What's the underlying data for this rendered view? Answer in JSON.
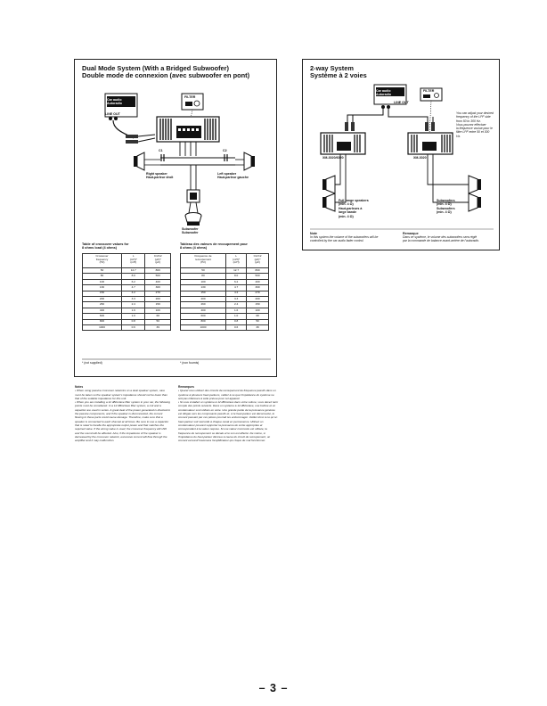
{
  "left_panel": {
    "title_en": "Dual Mode System (With a Bridged Subwoofer)",
    "title_fr": "Double mode de connexion (avec subwoofer en pont)",
    "car_audio": "Car audio\nAutoradio",
    "line_out": "LINE OUT",
    "filter_label": "FILTER",
    "c1": "C1",
    "c2": "C2",
    "right_speaker": "Right speaker\nHaut-parleur droit",
    "left_speaker": "Left speaker\nHaut-parleur gauche",
    "subwoofer": "Subwoofer\nSubwoofer",
    "table_en_title": "Table of crossover values for\n8 ohms load (4 ohms)",
    "table_fr_title": "Tableau des valeurs de recoupement pour\n8 ohms (4 ohms)",
    "table_en_headers": [
      "Crossover\nfrequency\n(Hz)",
      "L\n(mH)*\n(mH)",
      "C1/C2\n(μF)*\n(μF)"
    ],
    "table_fr_headers": [
      "Fréquence de\nrecoupement\n(Hz)",
      "L\n(mH)*\n(mH)",
      "C1/C2\n(μF)*\n(μF)"
    ],
    "table_rows": [
      [
        "50",
        "12.7",
        "800"
      ],
      [
        "80",
        "8.0",
        "500"
      ],
      [
        "100",
        "6.2",
        "400"
      ],
      [
        "130",
        "4.7",
        "300"
      ],
      [
        "150",
        "4.2",
        "270"
      ],
      [
        "200",
        "3.3",
        "200"
      ],
      [
        "260",
        "2.4",
        "150"
      ],
      [
        "400",
        "1.6",
        "100"
      ],
      [
        "600",
        "1.0",
        "68"
      ],
      [
        "800",
        "0.8",
        "50"
      ],
      [
        "1000",
        "0.6",
        "39"
      ]
    ],
    "footnote_en": "* (not supplied)",
    "footnote_fr": "* (non fournis)"
  },
  "right_panel": {
    "title_en": "2-way System",
    "title_fr": "Système à 2 voies",
    "car_audio": "Car audio\nAutoradio",
    "line_out": "LINE OUT",
    "filter_label": "FILTER",
    "side_note": "You can adjust your desired\nfrequency of the LPF side\nfrom 50 to 300 Hz.\nVous pouvez effectuer\nla fréquence voulue pour le\nfiltre LPF entre 50 et 300\nHz.",
    "amp_left_label": "XM-3020/6020",
    "amp_right_label": "XM-3020",
    "full_range": "Full range speakers\n(min. 4 Ω)\nHaut-parleurs à\nlarge bande\n(min. 4 Ω)",
    "subwoofers": "Subwoofers\n(min. 4 Ω)\nSubwoofers\n(min. 4 Ω)",
    "note_label": "Note",
    "note_text": "In this system the volume of the subwoofers will be\ncontrolled by the car audio fader control.",
    "remarque_label": "Remarque",
    "remarque_text": "Dans ce système, le volume des subwoofers sera réglé\npar la commande de balance avant-arrière de l'autoradio."
  },
  "notes_en": {
    "heading": "Notes",
    "paragraphs": [
      "• When using passive crossover networks on a dual speaker system, care must be taken so the speaker system's impedance should not be lower than that of the suitable impedance for this unit.",
      "• When you are installing a 12 dB/octave filter system in your car, the following points must be considered. In a 12 dB/octave filter system, a coil and a capacitor are used in series. A great deal of the power generated is directed to the passive components, and if the speaker is disconnected, the current flowing to these parts could cause damage. Therefore, make sure that a speaker is connected to each channel at all times. Be sure to use a capacitor that is rated to handle the appropriate output power and that matches the required value. If the wrong value is used, the crossover frequency will shift and the sound will be affected. Also, if the impedance of the speaker is decreased by the crossover network, excessive current will flow through the amplifier and it may malfunction."
    ]
  },
  "notes_fr": {
    "heading": "Remarques",
    "paragraphs": [
      "• Quand vous utilisez des circuits de recoupement de fréquence passifs dans un système à plusieurs haut-parleurs, veillez à ce que l'impédance du système ne soit pas inférieure à celle prévue pour cet appareil.",
      "• Si vous installez un système à 12 dB/octave dans votre voiture, vous devez tenir compte des points suivants. Dans un système à 12 dB/octave, une bobine et un condensateur sont utilisés en série. Une grande partie de la puissance générée est dirigée vers les composants passifs et, si le haut-parleur est déconnecté, le courant passant par ces pièces pourrait les endommager. Veillez donc à ce qu'un haut-parleur soit raccordé à chaque canal en permanence. Utilisez un condensateur pouvant supporter la puissance de sortie appropriée et correspondant à la valeur requise. Si une valeur incorrecte est utilisée, la fréquence de recoupement se décale et le son est affecté. De même, si l'impédance du haut-parleur diminue à cause du circuit de recoupement, un courant excessif traversera l'amplificateur qui risque de mal fonctionner."
    ]
  },
  "page_number": "– 3 –"
}
